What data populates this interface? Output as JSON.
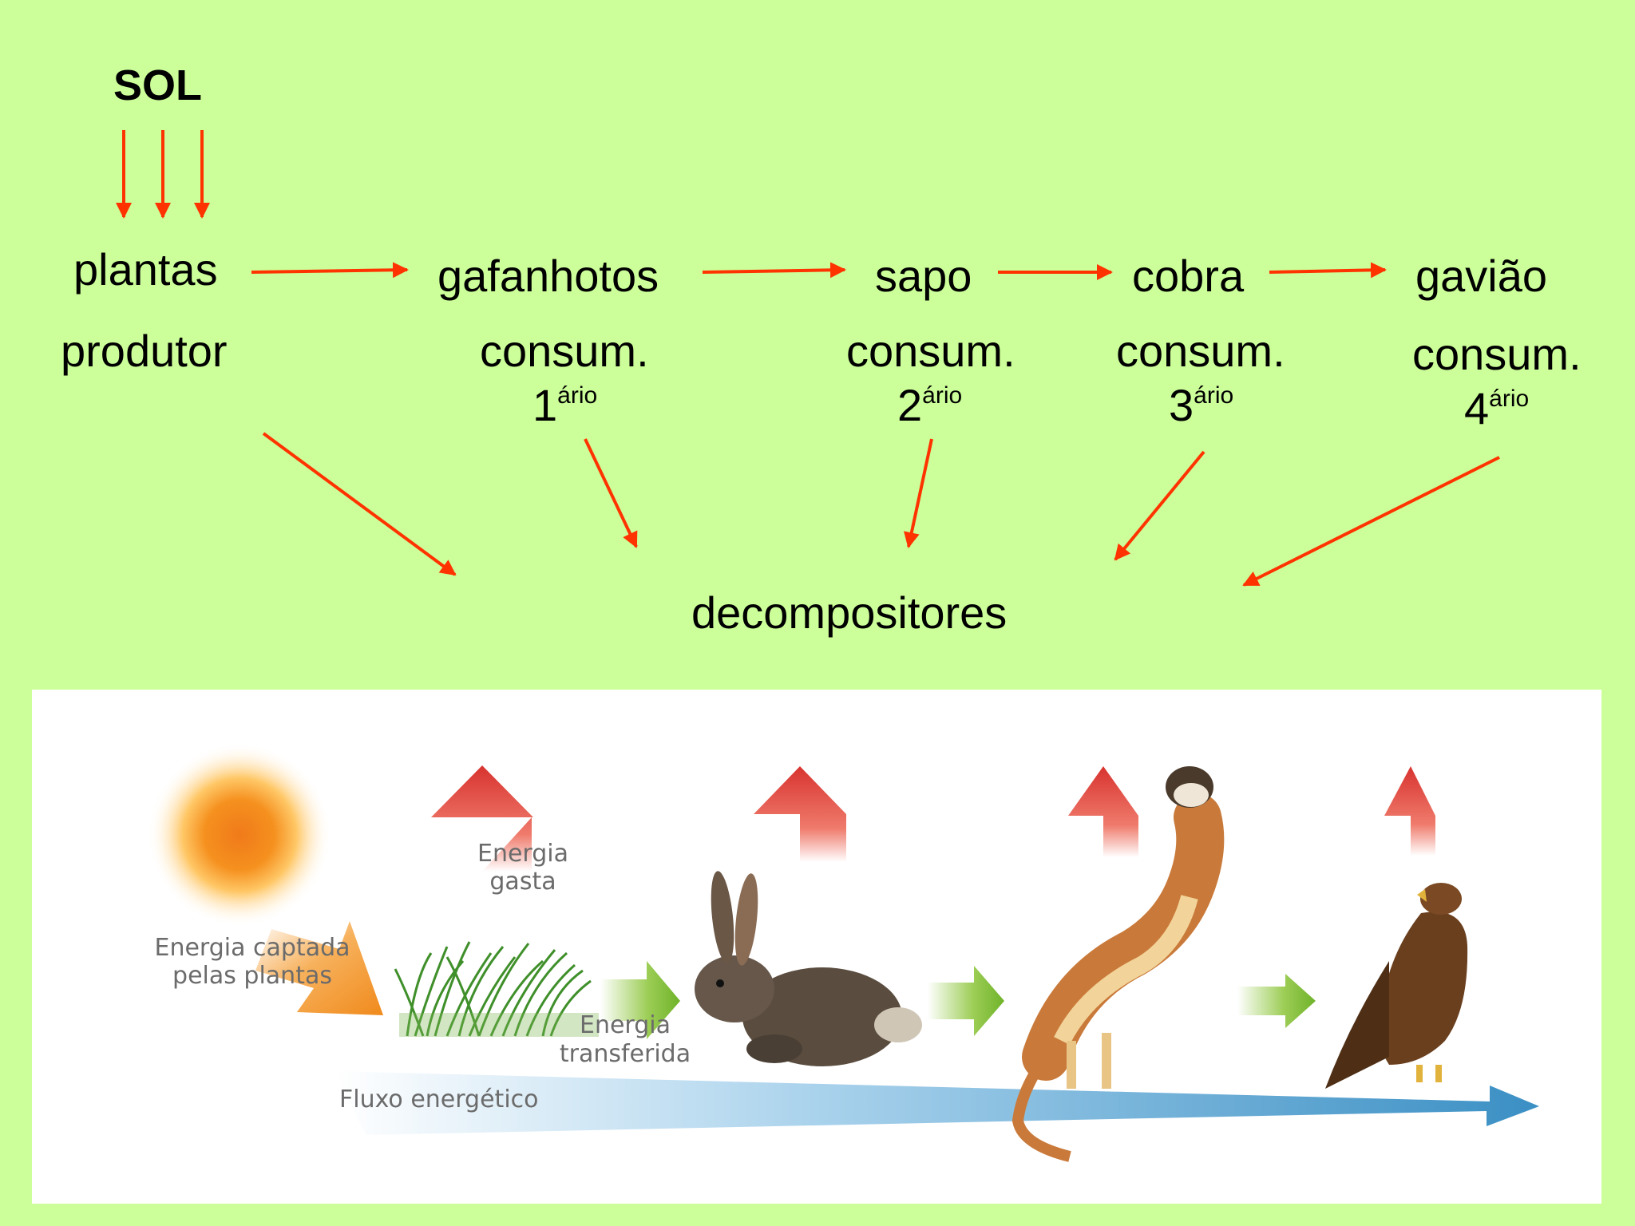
{
  "sun": {
    "label": "SOL"
  },
  "chain": [
    {
      "name": "plantas",
      "role": "produtor",
      "order_num": "",
      "order_suffix": ""
    },
    {
      "name": "gafanhotos",
      "role": "consum.",
      "order_num": "1",
      "order_suffix": "ário"
    },
    {
      "name": "sapo",
      "role": "consum.",
      "order_num": "2",
      "order_suffix": "ário"
    },
    {
      "name": "cobra",
      "role": "consum.",
      "order_num": "3",
      "order_suffix": "ário"
    },
    {
      "name": "gavião",
      "role": "consum.",
      "order_num": "4",
      "order_suffix": "ário"
    }
  ],
  "decomposers": "decompositores",
  "illustration": {
    "captured_line1": "Energia captada",
    "captured_line2": "pelas plantas",
    "spent_line1": "Energia",
    "spent_line2": "gasta",
    "transferred_line1": "Energia",
    "transferred_line2": "transferida",
    "flow": "Fluxo energético"
  },
  "colors": {
    "background": "#ccff99",
    "arrow": "#ff3300",
    "flow": "#3a8fc4",
    "spent": "#e0453a",
    "transfer": "#7fc23a",
    "sun": "#f5901e"
  }
}
